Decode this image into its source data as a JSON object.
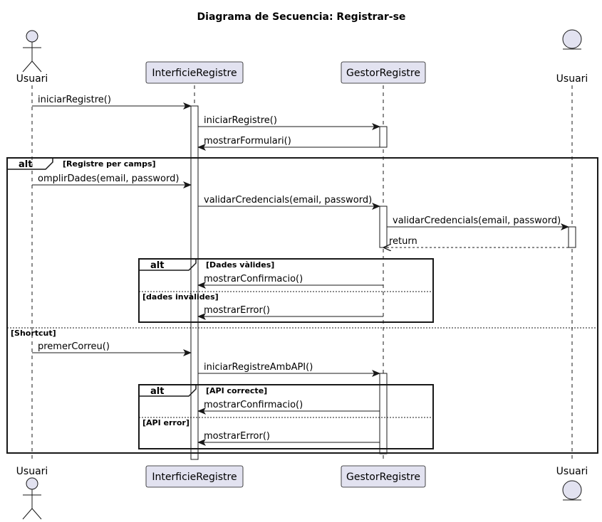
{
  "title": "Diagrama de Secuencia: Registrar-se",
  "participants": [
    {
      "name": "Usuari",
      "kind": "actor"
    },
    {
      "name": "InterficieRegistre",
      "kind": "box"
    },
    {
      "name": "GestorRegistre",
      "kind": "box"
    },
    {
      "name": "Usuari",
      "kind": "entity"
    }
  ],
  "messages": [
    {
      "from": 0,
      "to": 1,
      "label": "iniciarRegistre()",
      "style": "sync"
    },
    {
      "from": 1,
      "to": 2,
      "label": "iniciarRegistre()",
      "style": "sync"
    },
    {
      "from": 2,
      "to": 1,
      "label": "mostrarFormulari()",
      "style": "sync"
    },
    {
      "from": 0,
      "to": 1,
      "label": "omplirDades(email, password)",
      "style": "sync"
    },
    {
      "from": 1,
      "to": 2,
      "label": "validarCredencials(email, password)",
      "style": "sync"
    },
    {
      "from": 2,
      "to": 3,
      "label": "validarCredencials(email, password)",
      "style": "sync"
    },
    {
      "from": 3,
      "to": 2,
      "label": "return",
      "style": "return"
    },
    {
      "from": 2,
      "to": 1,
      "label": "mostrarConfirmacio()",
      "style": "sync"
    },
    {
      "from": 2,
      "to": 1,
      "label": "mostrarError()",
      "style": "sync"
    },
    {
      "from": 0,
      "to": 1,
      "label": "premerCorreu()",
      "style": "sync"
    },
    {
      "from": 1,
      "to": 2,
      "label": "iniciarRegistreAmbAPI()",
      "style": "sync"
    },
    {
      "from": 2,
      "to": 1,
      "label": "mostrarConfirmacio()",
      "style": "sync"
    },
    {
      "from": 2,
      "to": 1,
      "label": "mostrarError()",
      "style": "sync"
    }
  ],
  "fragments": [
    {
      "keyword": "alt",
      "guards": [
        "[Registre per camps]",
        "[Shortcut]"
      ]
    },
    {
      "keyword": "alt",
      "guards": [
        "[Dades vàlides]",
        "[dades invàlides]"
      ]
    },
    {
      "keyword": "alt",
      "guards": [
        "[API correcte]",
        "[API error]"
      ]
    }
  ],
  "colors": {
    "participant_fill": "#e2e2f0",
    "participant_stroke": "#181818",
    "lifeline": "#181818",
    "activation_fill": "#ffffff",
    "line": "#181818"
  }
}
